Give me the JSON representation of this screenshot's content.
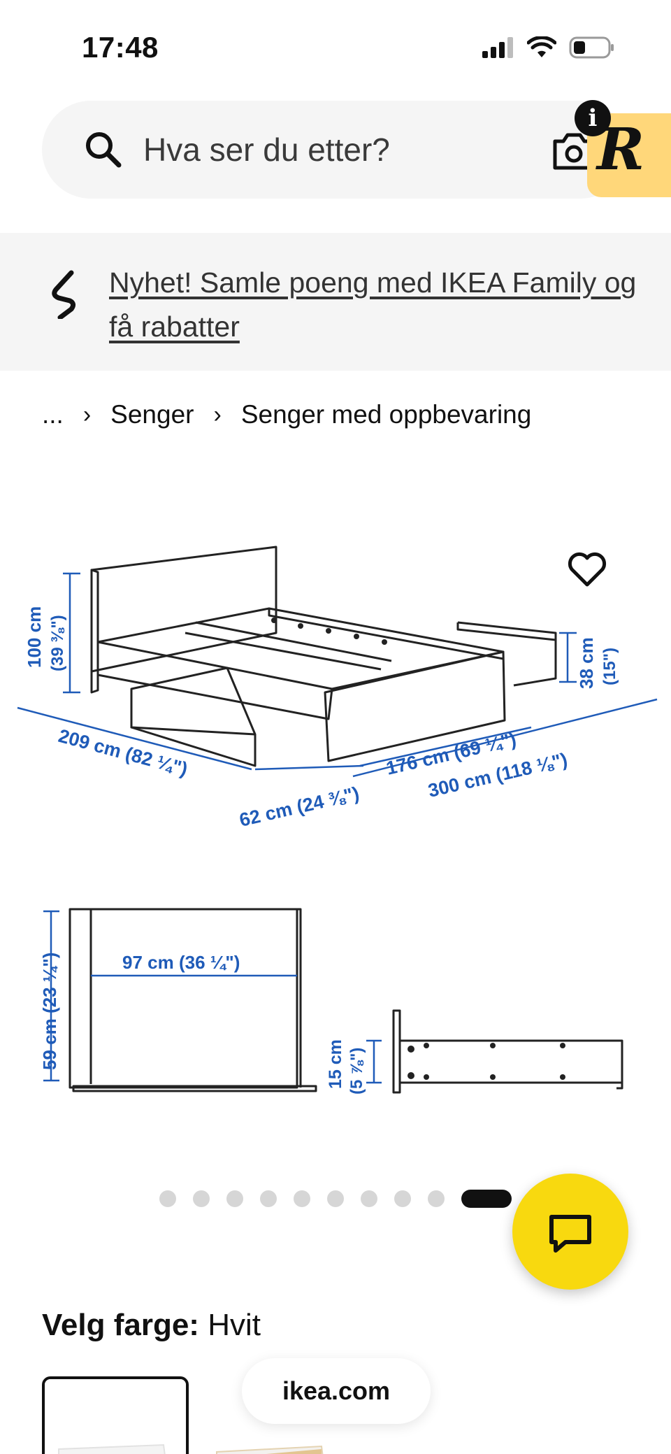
{
  "status_bar": {
    "time": "17:48"
  },
  "search": {
    "placeholder": "Hva ser du etter?"
  },
  "badge": {
    "letter": "R",
    "info": "i"
  },
  "promo": {
    "text": "Nyhet! Samle poeng med IKEA Family og få rabatter"
  },
  "breadcrumb": {
    "ellipsis": "...",
    "items": [
      "Senger",
      "Senger med oppbevaring"
    ],
    "separator": "›"
  },
  "diagram": {
    "bed_height": "100 cm",
    "bed_height_in": "(39 ⅜\")",
    "drawer_depth": "38 cm",
    "drawer_depth_in": "(15\")",
    "bed_length": "209 cm (82 ¼\")",
    "drawer_pull": "62 cm (24 ⅜\")",
    "bed_width": "176 cm (69 ¼\")",
    "total_width": "300 cm (118 ⅛\")",
    "drawer_width": "97 cm (36 ¼\")",
    "drawer_length": "59 cm (23 ¼\")",
    "drawer_height": "15 cm",
    "drawer_height_in": "(5 ⅞\")"
  },
  "carousel": {
    "count": 10,
    "active_index": 9
  },
  "color": {
    "label": "Velg farge:",
    "value": "Hvit"
  },
  "url": "ikea.com",
  "colors": {
    "accent": "#f8d90f",
    "dimension": "#1f5bb8",
    "badge": "#ffd77a"
  }
}
